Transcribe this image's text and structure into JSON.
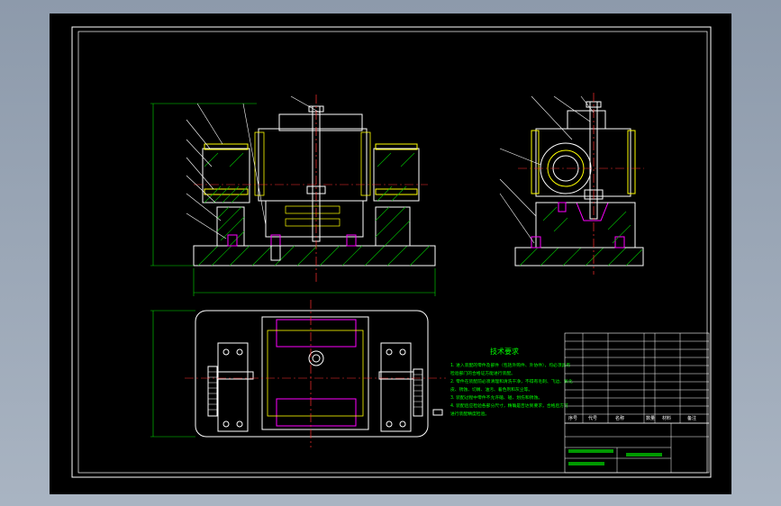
{
  "drawing": {
    "colors": {
      "background": "#000000",
      "frame": "#ffffff",
      "outline": "#ffffff",
      "hatch": "#00c000",
      "center_line": "#ff3030",
      "dimension": "#00e000",
      "highlight": "#ffff00",
      "accent": "#ff00ff",
      "note": "#00ff00"
    },
    "tech_requirements": {
      "title": "技术要求",
      "lines": [
        "1. 进入装配的零件及部件（包括外购件、外协件），均必须具有",
        "检验部门的合格证方能进行装配。",
        "2. 零件在装配前必须清理和清洗干净，不得有毛刺、飞边、氧化",
        "皮、锈蚀、切屑、油污、着色剂和灰尘等。",
        "3. 装配过程中零件不允许磕、碰、划伤和锈蚀。",
        "4. 装配后应检验各部分尺寸，精确是否达到要求，合格后方可",
        "进行装配精度检验。"
      ]
    },
    "title_block": {
      "header": [
        "序号",
        "代号",
        "名称",
        "数量",
        "材料",
        "备注"
      ]
    }
  }
}
